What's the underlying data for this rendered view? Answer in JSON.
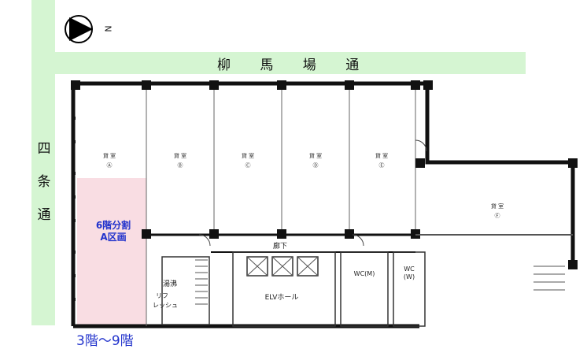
{
  "streets": {
    "top": "柳 馬 場 通",
    "left": [
      "四",
      "条",
      "通"
    ]
  },
  "compass": {
    "north": "N"
  },
  "rooms": [
    {
      "name": "貸 室",
      "letter": "Ⓐ"
    },
    {
      "name": "貸 室",
      "letter": "Ⓑ"
    },
    {
      "name": "貸 室",
      "letter": "Ⓒ"
    },
    {
      "name": "貸 室",
      "letter": "Ⓓ"
    },
    {
      "name": "貸 室",
      "letter": "Ⓔ"
    },
    {
      "name": "貸 室",
      "letter": "Ⓕ"
    }
  ],
  "labels": {
    "corridor": "廊下",
    "elv_hall": "ELVホール",
    "kitchen": "湯沸",
    "refresh": "リフ",
    "refresh2": "レッシュ",
    "wc_m": "WC(M)",
    "wc_w1": "WC",
    "wc_w2": "(W)"
  },
  "highlight": {
    "line1": "6階分割",
    "line2": "A区画",
    "color": "#f9dde3"
  },
  "floor_label": "3階～9階",
  "colors": {
    "street": "#d5f5d2",
    "label_blue": "#2233cc"
  }
}
